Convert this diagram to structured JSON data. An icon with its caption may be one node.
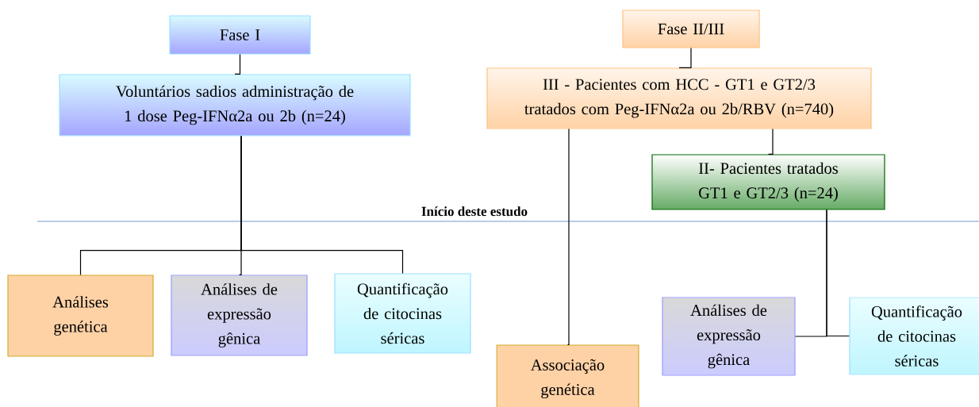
{
  "diagram": {
    "nodes": [
      {
        "text": [
          "Fase I"
        ]
      },
      {
        "text": [
          "Voluntários sadios administração de 1 dose Peg-IFNα2a ou 2b (n=24)"
        ]
      },
      {
        "text": [
          "Análises genética"
        ]
      },
      {
        "text": [
          "Análises de expressão gênica"
        ]
      },
      {
        "text": [
          "Quantificação de citocinas séricas"
        ]
      },
      {
        "text": [
          "Fase II/III"
        ]
      },
      {
        "text": [
          "III -  Pacientes com HCC - GT1 e GT2/3 tratados com Peg-IFNα2a ou 2b/RBV (n=740)"
        ]
      },
      {
        "text": [
          "II-  Pacientes tratados GT1 e GT2/3 (n=24)"
        ]
      },
      {
        "text": [
          "Associação genética"
        ]
      },
      {
        "text": [
          "Análises de expressão gênica"
        ]
      },
      {
        "text": [
          "Quantificação de citocinas séricas"
        ]
      }
    ],
    "edges": [
      {
        "from": 0,
        "to": 1,
        "arrow": "none"
      },
      {
        "from": 1,
        "to": 2,
        "arrow": "none"
      },
      {
        "from": 1,
        "to": 3,
        "arrow": "none"
      },
      {
        "from": 1,
        "to": 4,
        "arrow": "none"
      },
      {
        "from": 5,
        "to": 6,
        "arrow": "none"
      },
      {
        "from": 6,
        "to": 8,
        "arrow": "none"
      },
      {
        "from": 6,
        "to": 7,
        "arrow": "none"
      },
      {
        "from": 7,
        "to": 9,
        "arrow": "none"
      },
      {
        "from": 7,
        "to": 10,
        "arrow": "none"
      }
    ],
    "labels": [
      "Início deste estudo"
    ]
  }
}
